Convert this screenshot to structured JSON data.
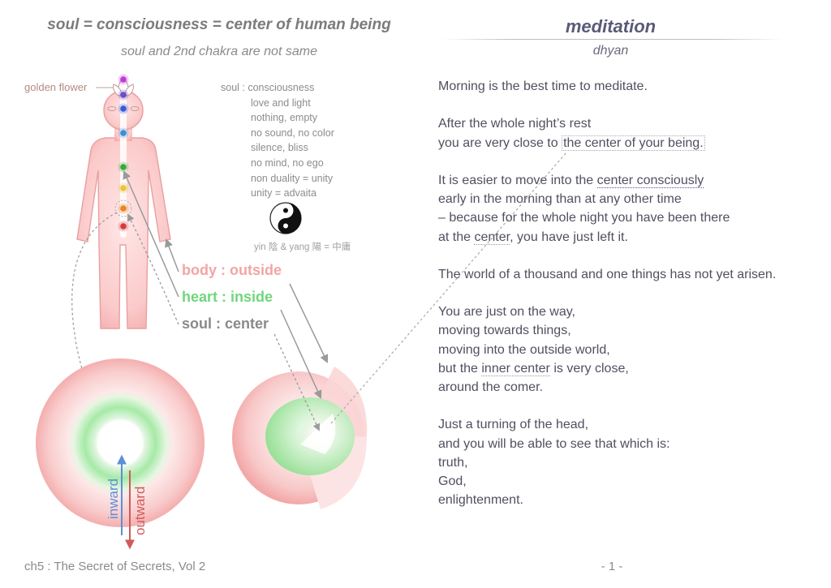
{
  "left": {
    "title": "soul = consciousness = center of human being",
    "subtitle": "soul and 2nd chakra are not same",
    "golden_flower_label": "golden flower",
    "soul_lines": [
      "soul : consciousness",
      "love and light",
      "nothing, empty",
      "no sound, no color",
      "silence, bliss",
      "no mind, no ego",
      "non duality = unity",
      "unity = advaita"
    ],
    "yinyang_caption": "yin 陰 & yang 陽 = 中庸",
    "labels": {
      "body": "body : outside",
      "heart": "heart : inside",
      "soul": "soul : center"
    },
    "arrows": {
      "inward": "inward",
      "outward": "outward"
    },
    "colors": {
      "body": "#f2a5a5",
      "heart": "#6fd67c",
      "soul": "#8a8a8a",
      "inward": "#5b8fd8",
      "outward": "#d05a5a"
    },
    "chakra_colors": [
      "#c03bd6",
      "#6a4fc8",
      "#3b5bd6",
      "#3b8fd6",
      "#3aa83a",
      "#e8c83a",
      "#e8862a",
      "#d63b3b"
    ]
  },
  "right": {
    "title": "meditation",
    "subtitle": "dhyan",
    "paragraphs": [
      {
        "lines": [
          {
            "parts": [
              {
                "text": "Morning is the best time to meditate."
              }
            ]
          }
        ]
      },
      {
        "lines": [
          {
            "parts": [
              {
                "text": "After the whole night’s rest"
              }
            ]
          },
          {
            "parts": [
              {
                "text": "you are very close to "
              },
              {
                "text": "the center of your being.",
                "style": "boxed"
              }
            ]
          }
        ]
      },
      {
        "lines": [
          {
            "parts": [
              {
                "text": "It is easier to move into the "
              },
              {
                "text": "center consciously",
                "style": "u-dot-blue"
              }
            ]
          },
          {
            "parts": [
              {
                "text": "early in the morning than at any other time"
              }
            ]
          },
          {
            "parts": [
              {
                "text": "– because for the whole night you have been there"
              }
            ]
          },
          {
            "parts": [
              {
                "text": "at the "
              },
              {
                "text": "center",
                "style": "u-dot-gray"
              },
              {
                "text": ", you have just left it."
              }
            ]
          }
        ]
      },
      {
        "lines": [
          {
            "parts": [
              {
                "text": "The world of a thousand and one things has not yet arisen."
              }
            ]
          }
        ]
      },
      {
        "lines": [
          {
            "parts": [
              {
                "text": "You are just on the way,"
              }
            ]
          },
          {
            "parts": [
              {
                "text": "moving towards things,"
              }
            ]
          },
          {
            "parts": [
              {
                "text": "moving into the outside world,"
              }
            ]
          },
          {
            "parts": [
              {
                "text": "but the "
              },
              {
                "text": "inner center",
                "style": "u-dot-gray"
              },
              {
                "text": " is very close,"
              }
            ]
          },
          {
            "parts": [
              {
                "text": "around the comer."
              }
            ]
          }
        ]
      },
      {
        "lines": [
          {
            "parts": [
              {
                "text": "Just a turning of the head,"
              }
            ]
          },
          {
            "parts": [
              {
                "text": "and you will be able to see that which is:"
              }
            ]
          },
          {
            "parts": [
              {
                "text": "truth,"
              }
            ]
          },
          {
            "parts": [
              {
                "text": "God,"
              }
            ]
          },
          {
            "parts": [
              {
                "text": "enlightenment."
              }
            ]
          }
        ]
      }
    ]
  },
  "footer": {
    "source": "ch5 : The Secret of Secrets, Vol 2",
    "page": "- 1 -"
  }
}
